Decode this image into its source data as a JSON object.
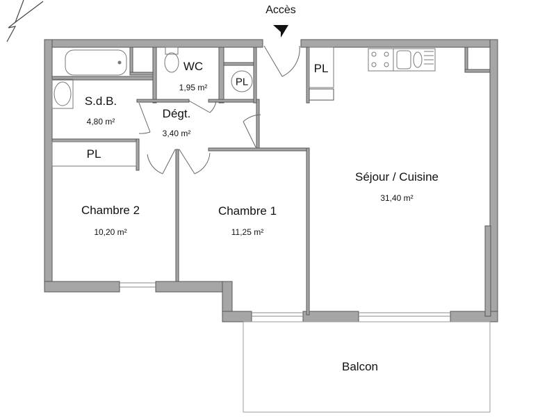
{
  "plan": {
    "access_label": "Accès",
    "rooms": {
      "sdb": {
        "name": "S.d.B.",
        "area": "4,80 m²"
      },
      "wc": {
        "name": "WC",
        "area": "1,95 m²"
      },
      "degt": {
        "name": "Dégt.",
        "area": "3,40 m²"
      },
      "chambre2": {
        "name": "Chambre 2",
        "area": "10,20 m²"
      },
      "chambre1": {
        "name": "Chambre 1",
        "area": "11,25 m²"
      },
      "sejour": {
        "name": "Séjour / Cuisine",
        "area": "31,40 m²"
      },
      "balcon": {
        "name": "Balcon"
      }
    },
    "closets": {
      "pl_entry": "PL",
      "pl_circle": "PL",
      "pl_chambre2": "PL"
    },
    "colors": {
      "wall_fill": "#a6a6a6",
      "wall_stroke": "#555555",
      "line": "#777777"
    }
  }
}
